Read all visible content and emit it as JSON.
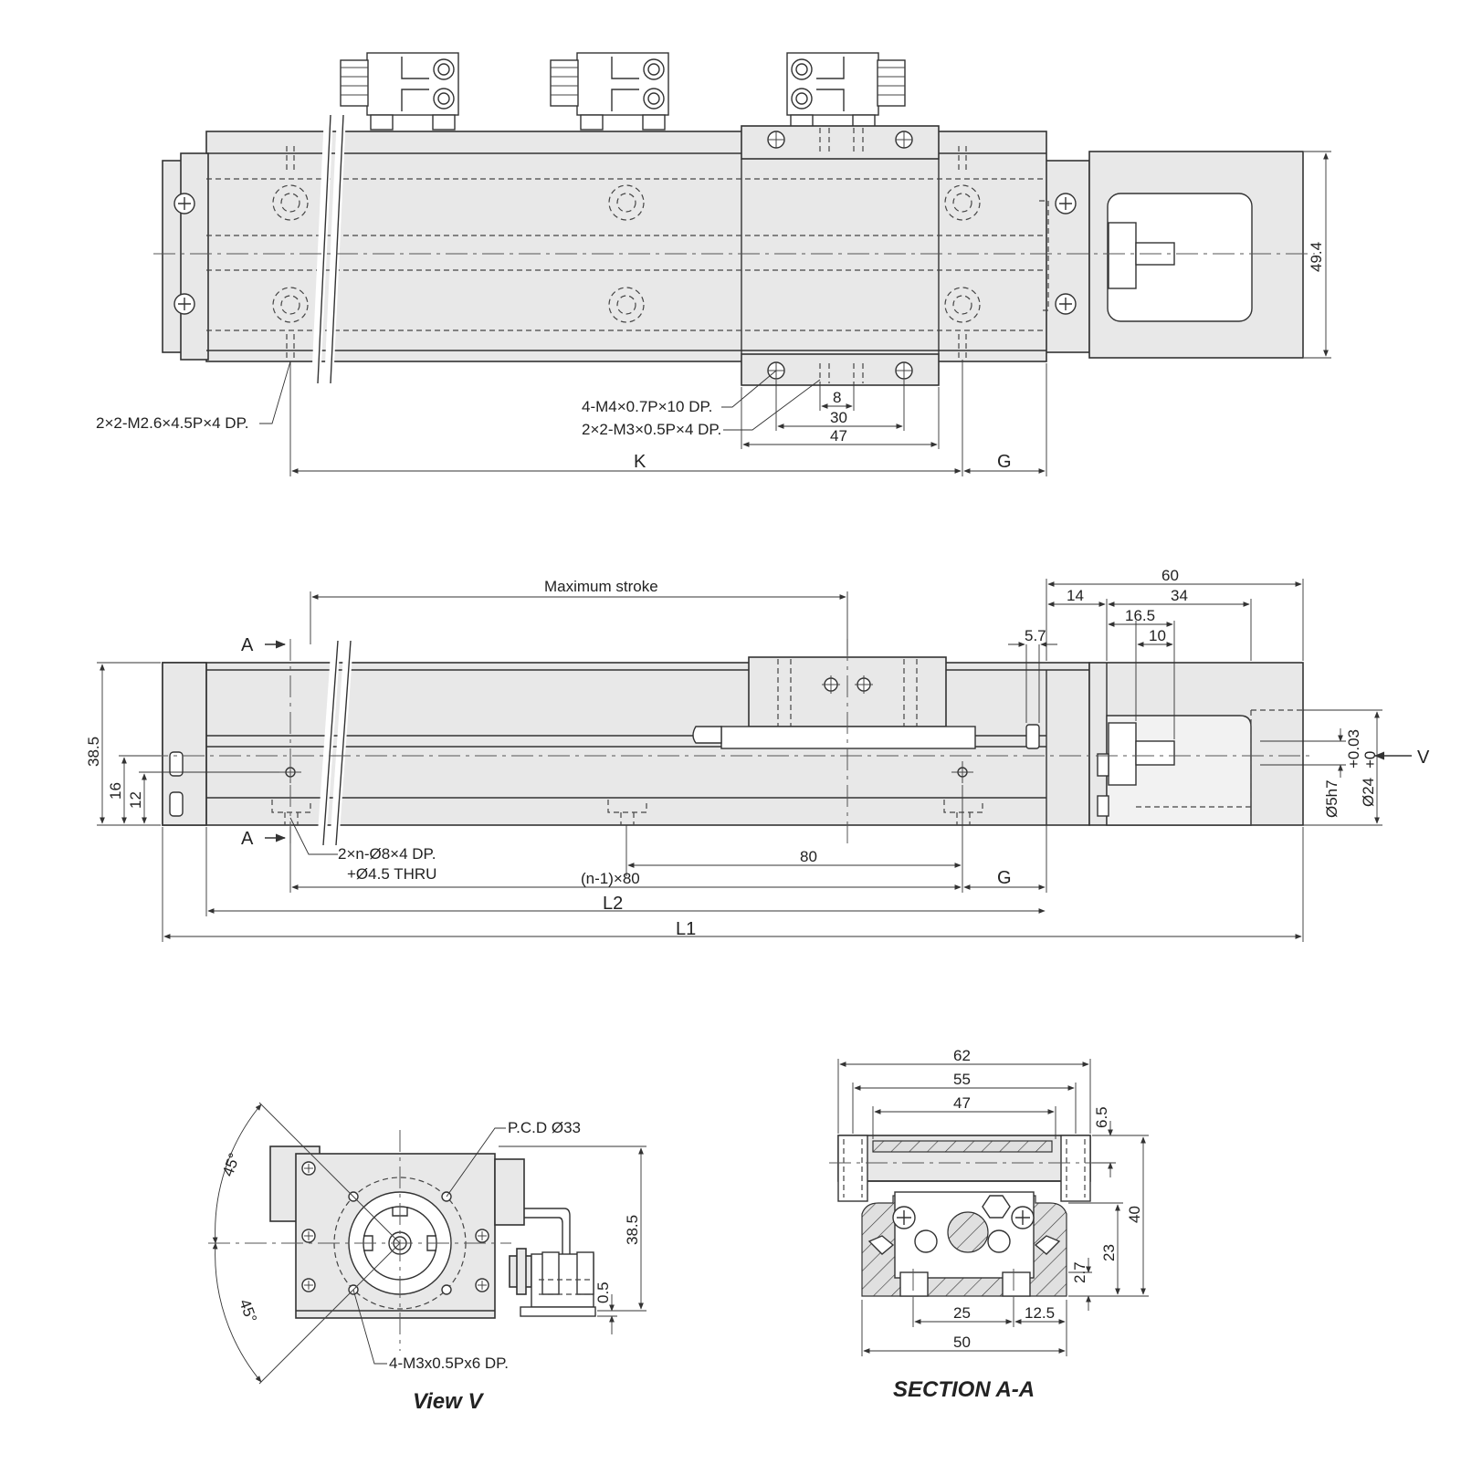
{
  "labels": {
    "top_hole_left": "2×2-M2.6×4.5P×4 DP.",
    "top_m4": "4-M4×0.7P×10 DP.",
    "top_m3": "2×2-M3×0.5P×4 DP.",
    "dim_8": "8",
    "dim_30": "30",
    "dim_47_top": "47",
    "dim_k": "K",
    "dim_g_top": "G",
    "dim_49_4": "49.4",
    "max_stroke": "Maximum stroke",
    "dim_60": "60",
    "dim_14": "14",
    "dim_34": "34",
    "dim_16_5": "16.5",
    "dim_10": "10",
    "dim_5_7": "5.7",
    "sect_a_top": "A",
    "sect_a_bot": "A",
    "dim_38_5_side": "38.5",
    "dim_16": "16",
    "dim_12": "12",
    "hole_counterbore": "2×n-Ø8×4 DP.",
    "hole_thru": "+Ø4.5 THRU",
    "dim_80": "80",
    "dim_n80": "(n-1)×80",
    "dim_g_side": "G",
    "dim_l2": "L2",
    "dim_l1": "L1",
    "view_v_arrow": "V",
    "tol_upper": "+0.03",
    "tol_lower": "+0",
    "dim_d24": "Ø24",
    "dim_d5": "Ø5h7",
    "pcd": "P.C.D Ø33",
    "angle_top": "45°",
    "angle_bot": "45°",
    "dim_38_5_view": "38.5",
    "dim_0_5": "0.5",
    "m3_holes": "4-M3x0.5Px6 DP.",
    "view_v_title": "View V",
    "dim_62": "62",
    "dim_55": "55",
    "dim_47_sec": "47",
    "dim_6_5": "6.5",
    "dim_40": "40",
    "dim_23": "23",
    "dim_2_7": "2.7",
    "dim_25": "25",
    "dim_12_5": "12.5",
    "dim_50": "50",
    "section_title": "SECTION A-A"
  }
}
